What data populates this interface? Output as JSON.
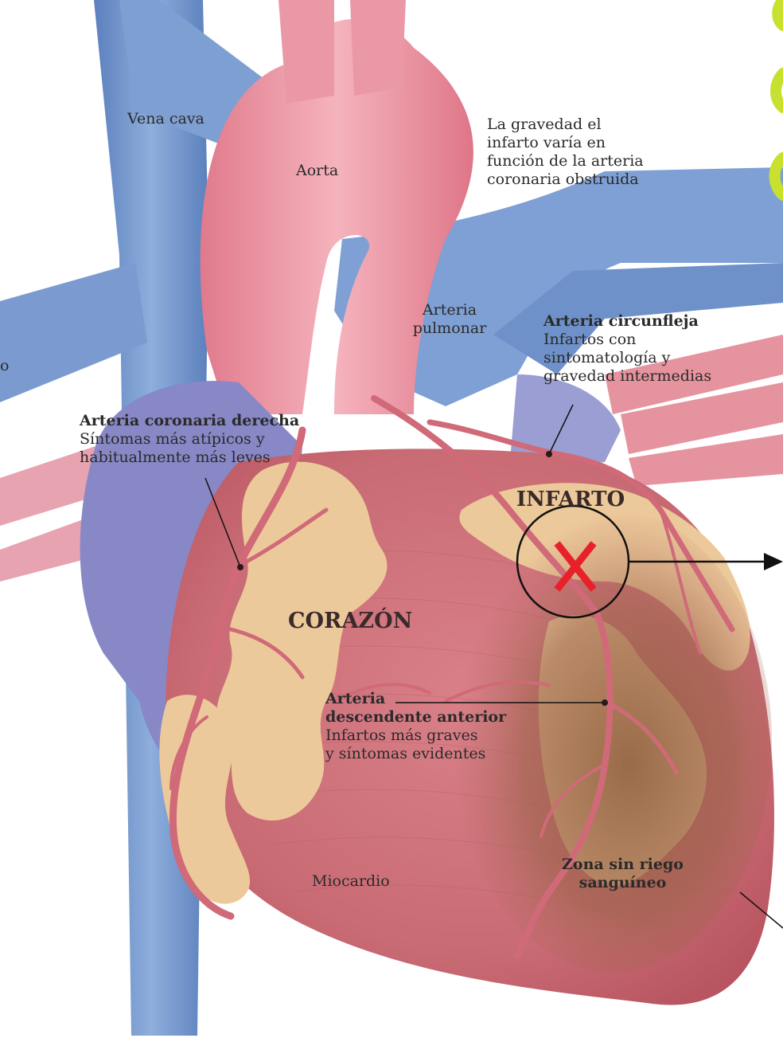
{
  "labels": {
    "vena_cava": "Vena cava",
    "aorta": "Aorta",
    "note_lines": [
      "La gravedad el",
      "infarto varía en",
      "función de la arteria",
      "coronaria obstruida"
    ],
    "pulmonary_lines": [
      "Arteria",
      "pulmonar"
    ],
    "circunfleja": {
      "title": "Arteria circunfleja",
      "lines": [
        "Infartos con",
        "sintomatología  y",
        "gravedad intermedias"
      ]
    },
    "coronaria_derecha": {
      "title": "Arteria coronaria derecha",
      "lines": [
        "Síntomas más atípicos y",
        "habitualmente más leves"
      ]
    },
    "infarto": "INFARTO",
    "corazon": "CORAZÓN",
    "descendente": {
      "title_lines": [
        "Arteria",
        "descendente anterior"
      ],
      "lines": [
        "Infartos más graves",
        "y síntomas evidentes"
      ]
    },
    "miocardio": "Miocardio",
    "zona": [
      "Zona sin riego",
      "sanguíneo"
    ],
    "edge_fragment": "o"
  },
  "colors": {
    "vein_blue": "#6f93c9",
    "aorta_pink": "#e88a9a",
    "heart_red": "#c8656f",
    "fat_yellow": "#ecc99a",
    "infarct_brown": "#8a5a3a",
    "marker_red": "#e8202a",
    "accent_yellow": "#c8e030"
  }
}
